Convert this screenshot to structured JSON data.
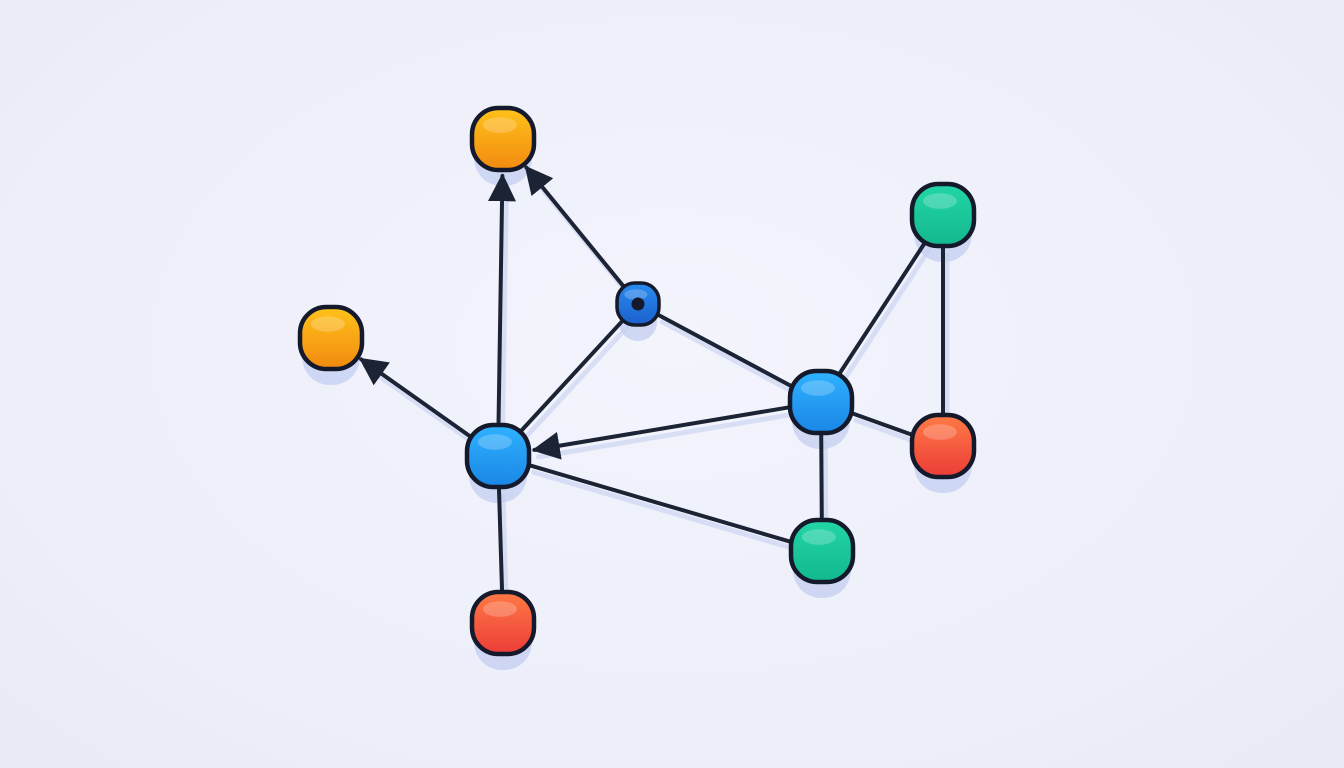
{
  "diagram": {
    "type": "network-graph",
    "colors": {
      "background": "#eef0fa",
      "edge": "#1b2335",
      "outline": "#141a2b",
      "shadow": "#c3cdf0",
      "orange": "#f39a12",
      "blue": "#1e96f0",
      "teal": "#18c49a",
      "red": "#f0503c",
      "dark-blue": "#1f6fd8"
    },
    "nodes": [
      {
        "id": "n-orange-top",
        "color": "orange",
        "size": "large"
      },
      {
        "id": "n-orange-left",
        "color": "orange",
        "size": "large"
      },
      {
        "id": "n-hub-small",
        "color": "dark-blue",
        "size": "small"
      },
      {
        "id": "n-blue-left",
        "color": "blue",
        "size": "large"
      },
      {
        "id": "n-blue-right",
        "color": "blue",
        "size": "large"
      },
      {
        "id": "n-teal-top",
        "color": "teal",
        "size": "large"
      },
      {
        "id": "n-red-right",
        "color": "red",
        "size": "large"
      },
      {
        "id": "n-teal-bottom",
        "color": "teal",
        "size": "large"
      },
      {
        "id": "n-red-bottom",
        "color": "red",
        "size": "large"
      }
    ],
    "edges": [
      {
        "from": "n-blue-left",
        "to": "n-orange-top",
        "arrow": true
      },
      {
        "from": "n-hub-small",
        "to": "n-orange-top",
        "arrow": true
      },
      {
        "from": "n-blue-left",
        "to": "n-orange-left",
        "arrow": true
      },
      {
        "from": "n-blue-left",
        "to": "n-hub-small",
        "arrow": false
      },
      {
        "from": "n-hub-small",
        "to": "n-blue-right",
        "arrow": false
      },
      {
        "from": "n-blue-right",
        "to": "n-blue-left",
        "arrow": true
      },
      {
        "from": "n-teal-bottom",
        "to": "n-blue-left",
        "arrow": false
      },
      {
        "from": "n-red-bottom",
        "to": "n-blue-left",
        "arrow": false
      },
      {
        "from": "n-blue-right",
        "to": "n-teal-top",
        "arrow": false
      },
      {
        "from": "n-red-right",
        "to": "n-teal-top",
        "arrow": false
      },
      {
        "from": "n-red-right",
        "to": "n-blue-right",
        "arrow": false
      },
      {
        "from": "n-teal-bottom",
        "to": "n-blue-right",
        "arrow": false
      }
    ]
  }
}
